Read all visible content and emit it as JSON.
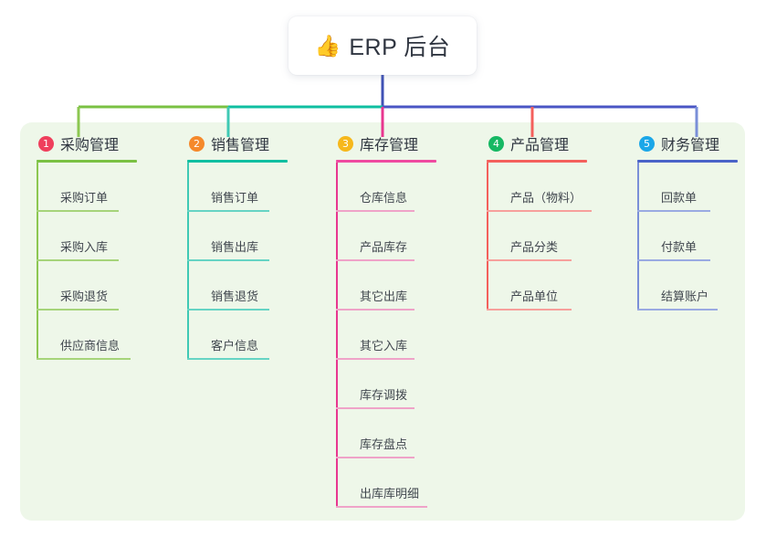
{
  "root": {
    "emoji": "👍",
    "emoji_name": "thumbs-up-icon",
    "label": "ERP 后台",
    "connector_color": "#3f51b5"
  },
  "panel": {
    "background": "#eef7e9"
  },
  "trunk": {
    "segments": [
      {
        "name": "green-segment",
        "color": "#7ac143"
      },
      {
        "name": "teal-segment",
        "color": "#0fbfa1"
      },
      {
        "name": "indigo-segment",
        "color": "#4a56c4"
      }
    ]
  },
  "columns": [
    {
      "index": "1",
      "title": "采购管理",
      "badge_color": "#ef3f5c",
      "rule_color": "#7ac143",
      "spine_color": "#8cc751",
      "leaf_rule_color": "#a6d47a",
      "items": [
        {
          "label": "采购订单"
        },
        {
          "label": "采购入库"
        },
        {
          "label": "采购退货"
        },
        {
          "label": "供应商信息"
        }
      ]
    },
    {
      "index": "2",
      "title": "销售管理",
      "badge_color": "#f5892b",
      "rule_color": "#0fbfa1",
      "spine_color": "#3fc9b4",
      "leaf_rule_color": "#66d4c4",
      "items": [
        {
          "label": "销售订单"
        },
        {
          "label": "销售出库"
        },
        {
          "label": "销售退货"
        },
        {
          "label": "客户信息"
        }
      ]
    },
    {
      "index": "3",
      "title": "库存管理",
      "badge_color": "#f6b81c",
      "rule_color": "#ef4aa0",
      "spine_color": "#e8368f",
      "leaf_rule_color": "#efa3c8",
      "items": [
        {
          "label": "仓库信息"
        },
        {
          "label": "产品库存"
        },
        {
          "label": "其它出库"
        },
        {
          "label": "其它入库"
        },
        {
          "label": "库存调拨"
        },
        {
          "label": "库存盘点"
        },
        {
          "label": "出库库明细"
        }
      ]
    },
    {
      "index": "4",
      "title": "产品管理",
      "badge_color": "#16b863",
      "rule_color": "#f4605c",
      "spine_color": "#f4605c",
      "leaf_rule_color": "#f7a09c",
      "items": [
        {
          "label": "产品（物料）"
        },
        {
          "label": "产品分类"
        },
        {
          "label": "产品单位"
        }
      ]
    },
    {
      "index": "5",
      "title": "财务管理",
      "badge_color": "#1ba7e8",
      "rule_color": "#4a63c8",
      "spine_color": "#7a8fd8",
      "leaf_rule_color": "#9aaae2",
      "items": [
        {
          "label": "回款单"
        },
        {
          "label": "付款单"
        },
        {
          "label": "结算账户"
        }
      ]
    }
  ]
}
